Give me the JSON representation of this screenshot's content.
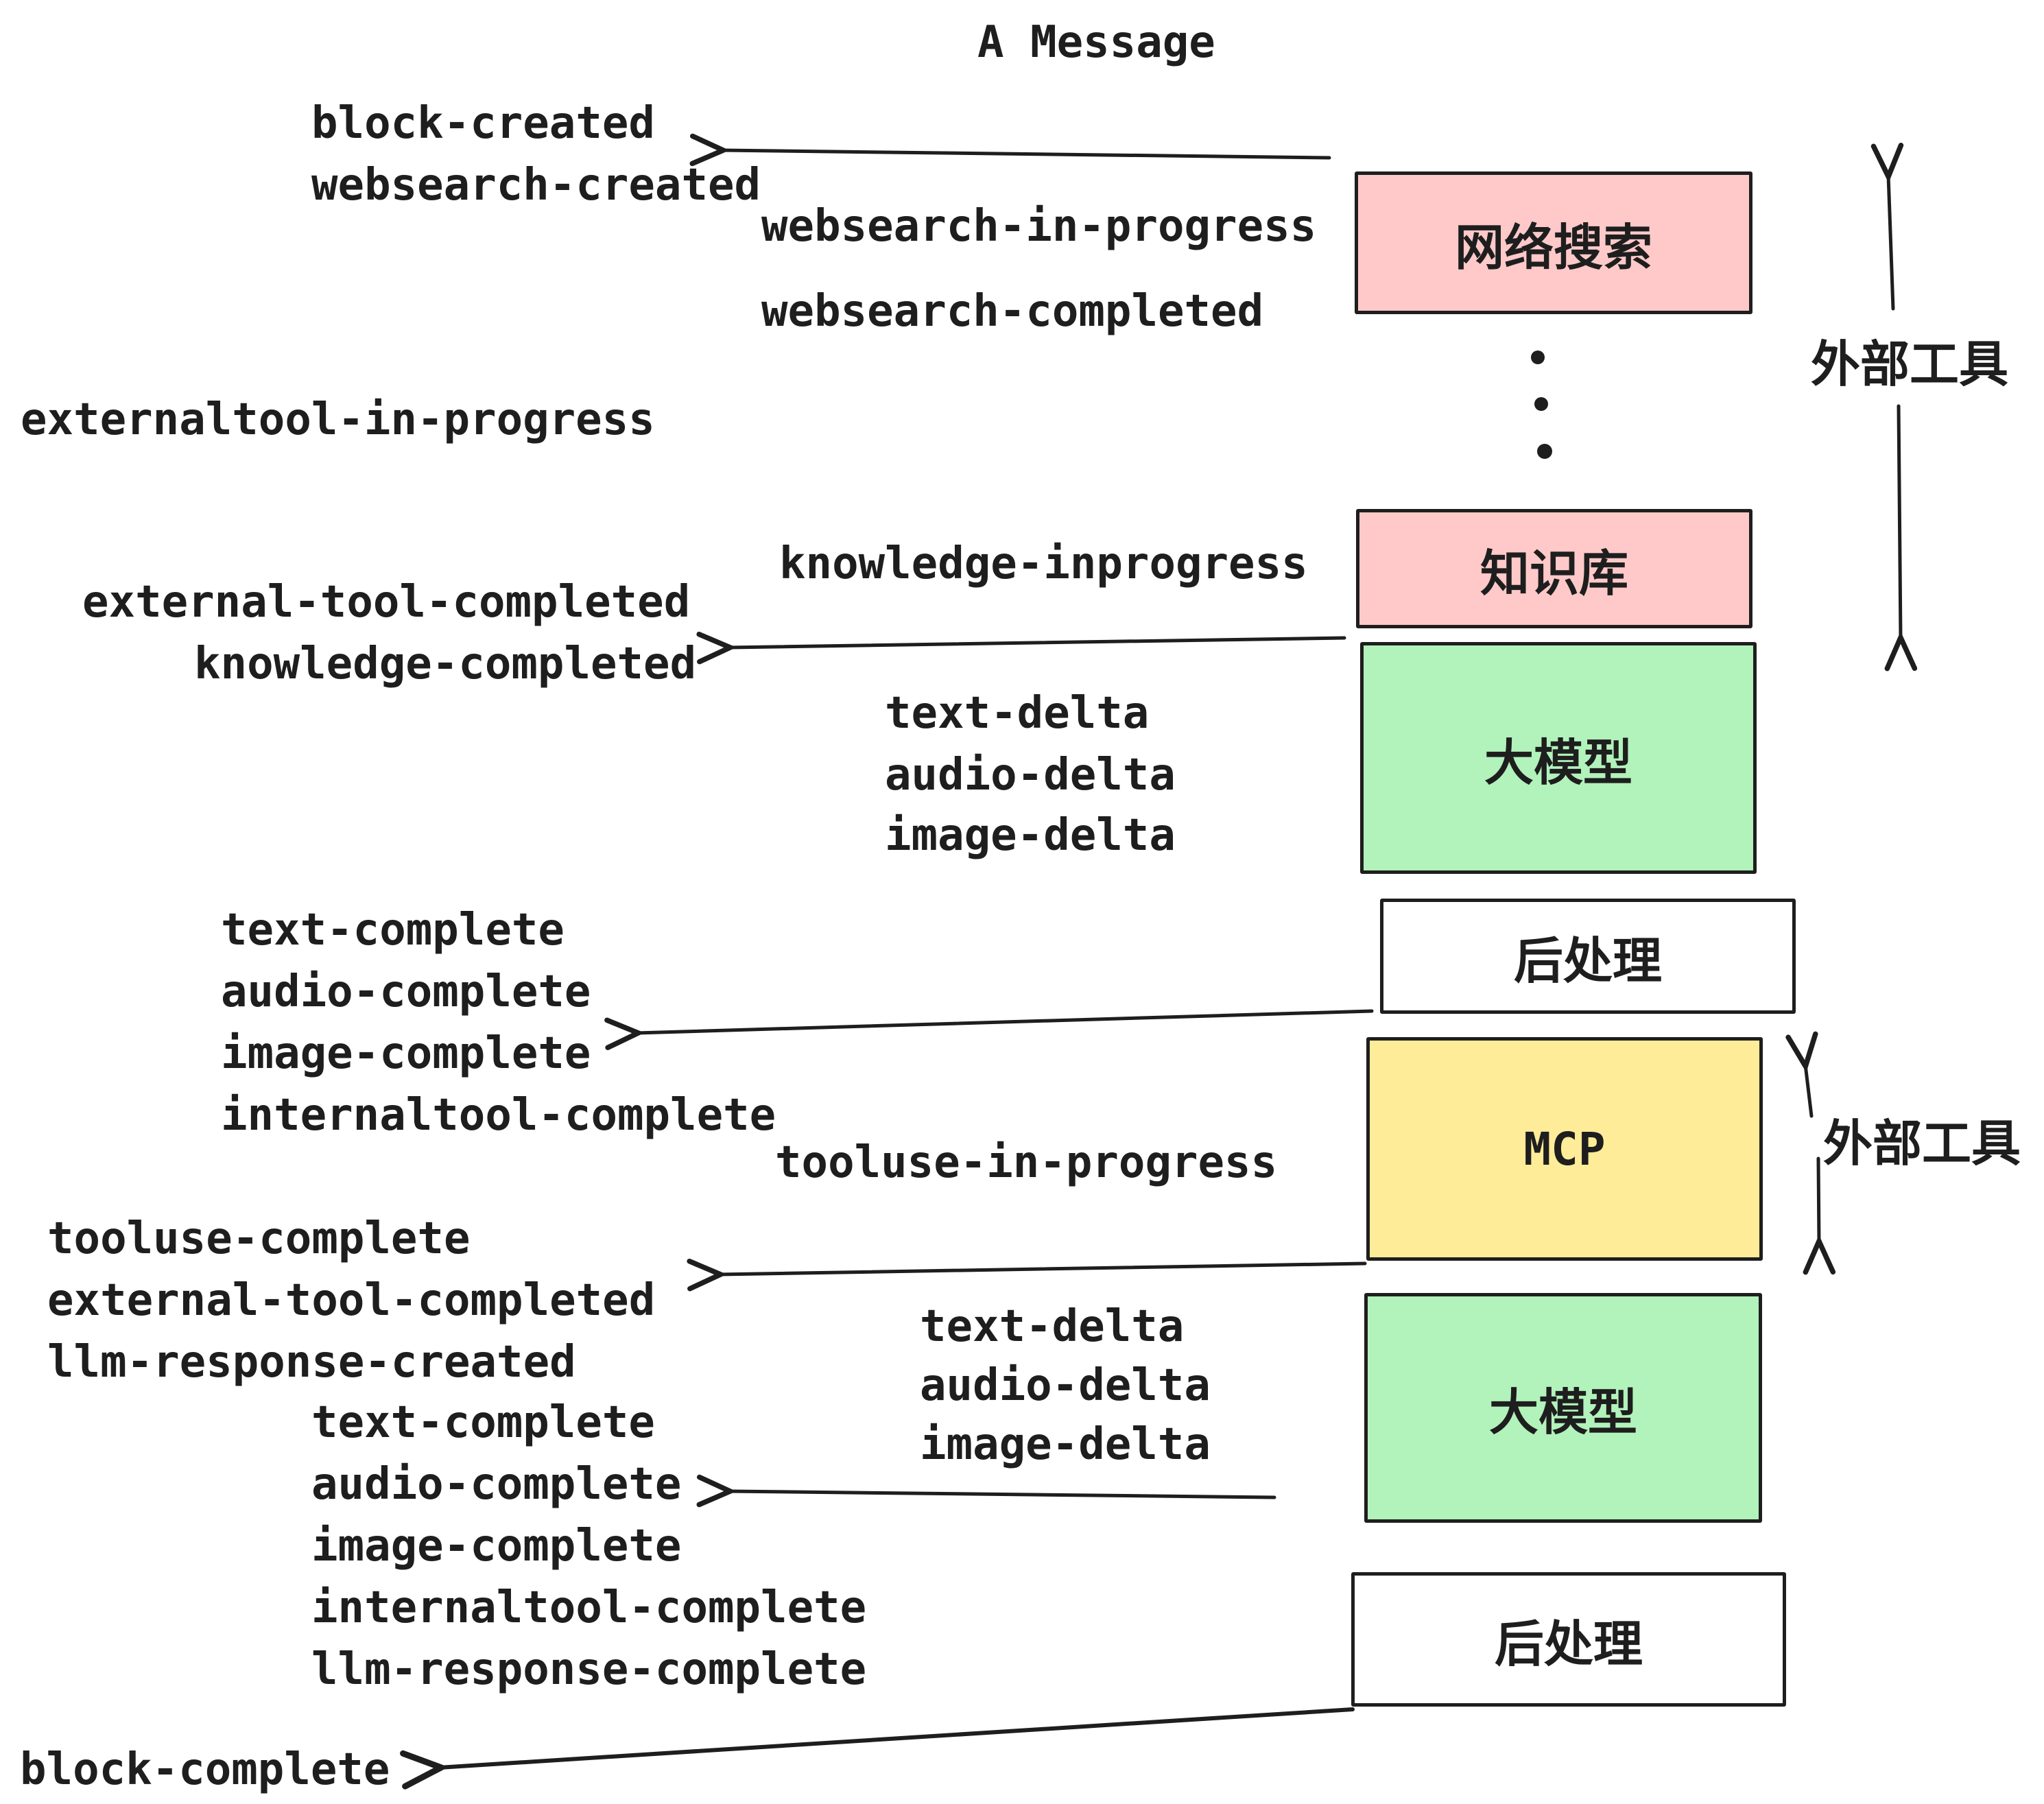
{
  "title": "A Message",
  "boxes": {
    "websearch": "网络搜索",
    "knowledge": "知识库",
    "llm1": "大模型",
    "post1": "后处理",
    "mcp": "MCP",
    "llm2": "大模型",
    "post2": "后处理"
  },
  "side_labels": {
    "external_tools_top": "外部工具",
    "external_tools_bottom": "外部工具"
  },
  "events": {
    "block_created": "block-created",
    "websearch_created": "websearch-created",
    "websearch_in_progress": "websearch-in-progress",
    "websearch_completed": "websearch-completed",
    "externaltool_in_progress": "externaltool-in-progress",
    "knowledge_inprogress": "knowledge-inprogress",
    "external_tool_completed": "external-tool-completed",
    "knowledge_completed": "knowledge-completed",
    "text_delta": "text-delta",
    "audio_delta": "audio-delta",
    "image_delta": "image-delta",
    "text_complete": "text-complete",
    "audio_complete": "audio-complete",
    "image_complete": "image-complete",
    "internaltool_complete": "internaltool-complete",
    "tooluse_in_progress": "tooluse-in-progress",
    "tooluse_complete": "tooluse-complete",
    "external_tool_completed_2": "external-tool-completed",
    "llm_response_created": "llm-response-created",
    "text_complete_2": "text-complete",
    "audio_complete_2": "audio-complete",
    "image_complete_2": "image-complete",
    "internaltool_complete_2": "internaltool-complete",
    "llm_response_complete": "llm-response-complete",
    "block_complete": "block-complete",
    "text_delta_2": "text-delta",
    "audio_delta_2": "audio-delta",
    "image_delta_2": "image-delta"
  },
  "colors": {
    "stroke": "#1e1e1e",
    "box_pink": "#ffc9c9",
    "box_green": "#b2f2bb",
    "box_yellow": "#ffec99",
    "box_white": "#ffffff"
  }
}
